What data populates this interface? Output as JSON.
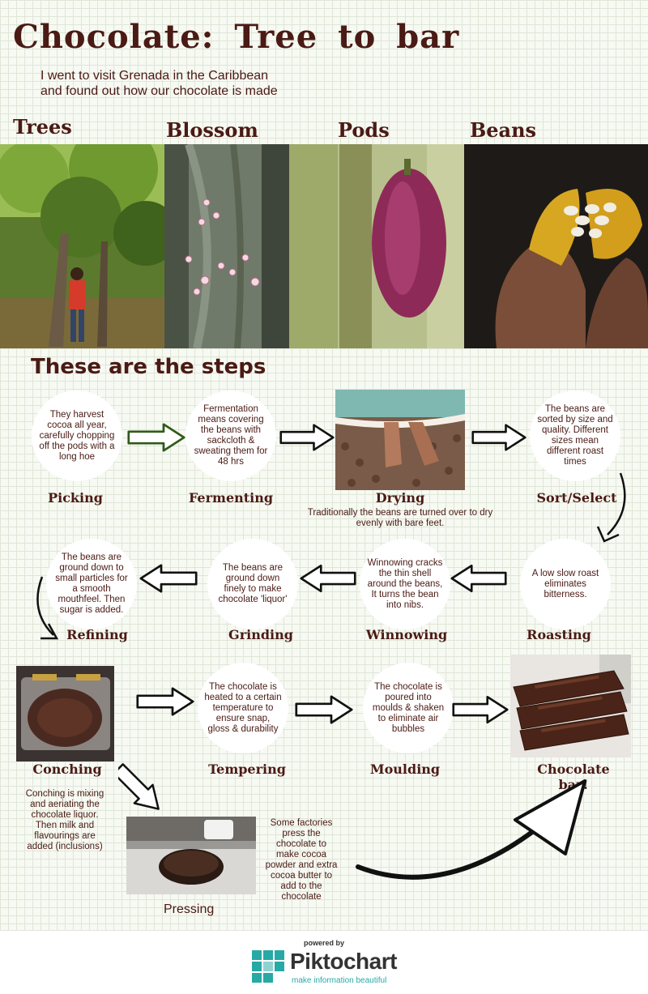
{
  "header": {
    "title": "Chocolate: Tree to bar",
    "subtitle_line1": "I went to visit Grenada in the Caribbean",
    "subtitle_line2": "and found out how our chocolate is made"
  },
  "photos": [
    {
      "label": "Trees"
    },
    {
      "label": "Blossom"
    },
    {
      "label": "Pods"
    },
    {
      "label": "Beans"
    }
  ],
  "steps_heading": "These are the steps",
  "steps": {
    "picking": {
      "name": "Picking",
      "text": "They harvest cocoa all year, carefully chopping off the pods with a long hoe"
    },
    "fermenting": {
      "name": "Fermenting",
      "text": "Fermentation means covering the beans with sackcloth & sweating them for 48 hrs"
    },
    "drying": {
      "name": "Drying",
      "note": "Traditionally the beans are turned over to dry evenly with bare feet."
    },
    "sort": {
      "name": "Sort/Select",
      "text": "The beans are sorted by size and quality. Different sizes mean different roast times"
    },
    "roasting": {
      "name": "Roasting",
      "text": "A low slow roast eliminates bitterness."
    },
    "winnowing": {
      "name": "Winnowing",
      "text": "Winnowing cracks the thin shell around the beans, It turns the bean into nibs."
    },
    "grinding": {
      "name": "Grinding",
      "text": "The beans are ground down finely to make chocolate 'liquor'"
    },
    "refining": {
      "name": "Refining",
      "text": "The beans are ground down to small particles for a smooth mouthfeel. Then sugar is added."
    },
    "conching": {
      "name": "Conching",
      "note": "Conching is mixing and aeriating the chocolate liquor. Then milk and flavourings are added (inclusions)"
    },
    "tempering": {
      "name": "Tempering",
      "text": "The chocolate is heated to a certain temperature to ensure snap, gloss & durability"
    },
    "moulding": {
      "name": "Moulding",
      "text": "The chocolate is poured into moulds & shaken to eliminate air bubbles"
    },
    "bar": {
      "name_line1": "Chocolate",
      "name_line2": "bar!"
    },
    "pressing": {
      "name": "Pressing",
      "note": "Some factories press the chocolate to make cocoa powder and extra cocoa butter to add to the chocolate"
    }
  },
  "footer": {
    "powered_by": "powered by",
    "brand": "Piktochart",
    "tagline": "make information beautiful"
  },
  "colors": {
    "heading": "#4a1a14",
    "green_arrow": "#2f5a1a",
    "brand_teal": "#27a9a6"
  }
}
